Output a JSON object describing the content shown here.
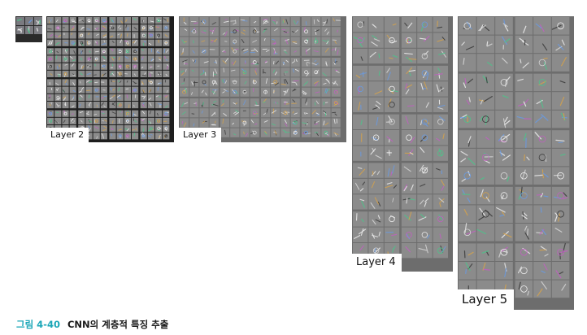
{
  "panels": {
    "layer1": {
      "label": ""
    },
    "layer2": {
      "label": "Layer 2"
    },
    "layer3": {
      "label": "Layer 3"
    },
    "layer4": {
      "label": "Layer 4"
    },
    "layer5": {
      "label": "Layer 5"
    }
  },
  "caption": {
    "figure_number": "그림 4-40",
    "title": "CNN의 계층적 특징 추출"
  },
  "colors": {
    "accent": "#1aa6b7",
    "tile_gray": "#8b8b8b",
    "grid_dark": "#1e1e1e",
    "grid_line": "#6d6d6d"
  }
}
